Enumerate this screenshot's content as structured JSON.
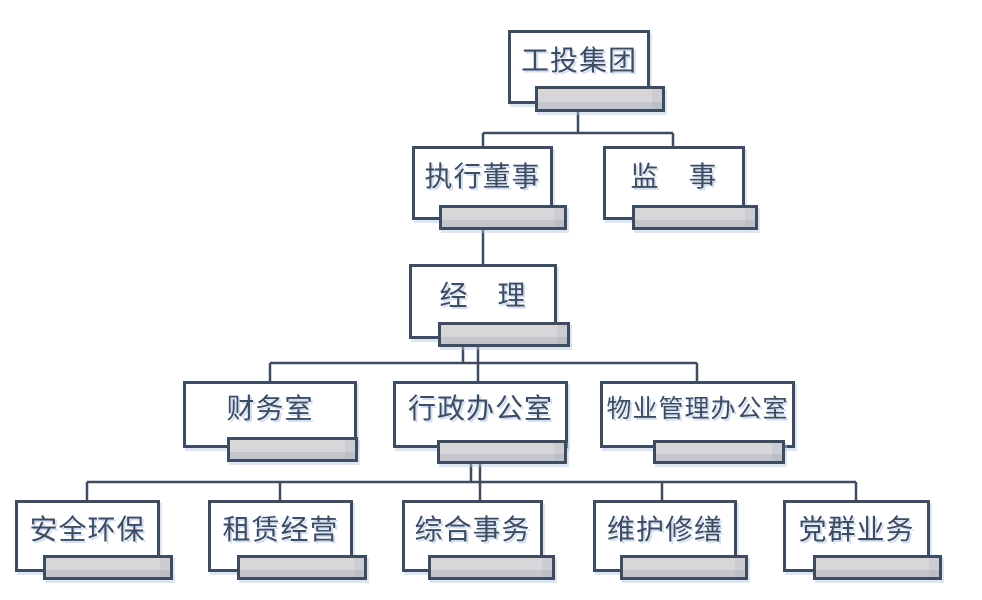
{
  "colors": {
    "background": "#ffffff",
    "border": "#3f4c60",
    "tab_fill": "#d7d7da",
    "text": "#3f4c60",
    "shadow": "#b0c6e6"
  },
  "org": {
    "nodes": [
      {
        "id": "gongtou",
        "label": "工投集团",
        "parent": null
      },
      {
        "id": "zhixing",
        "label": "执行董事",
        "parent": "gongtou"
      },
      {
        "id": "jianshi",
        "label": "监　事",
        "parent": "gongtou"
      },
      {
        "id": "jingli",
        "label": "经　理",
        "parent": "zhixing"
      },
      {
        "id": "caiwu",
        "label": "财务室",
        "parent": "jingli"
      },
      {
        "id": "xingzheng",
        "label": "行政办公室",
        "parent": "jingli"
      },
      {
        "id": "wuye",
        "label": "物业管理办公室",
        "parent": "jingli"
      },
      {
        "id": "anquan",
        "label": "安全环保",
        "parent": "xingzheng"
      },
      {
        "id": "zulin",
        "label": "租赁经营",
        "parent": "xingzheng"
      },
      {
        "id": "zonghe",
        "label": "综合事务",
        "parent": "xingzheng"
      },
      {
        "id": "weihu",
        "label": "维护修缮",
        "parent": "xingzheng"
      },
      {
        "id": "dangqun",
        "label": "党群业务",
        "parent": "xingzheng"
      }
    ]
  }
}
